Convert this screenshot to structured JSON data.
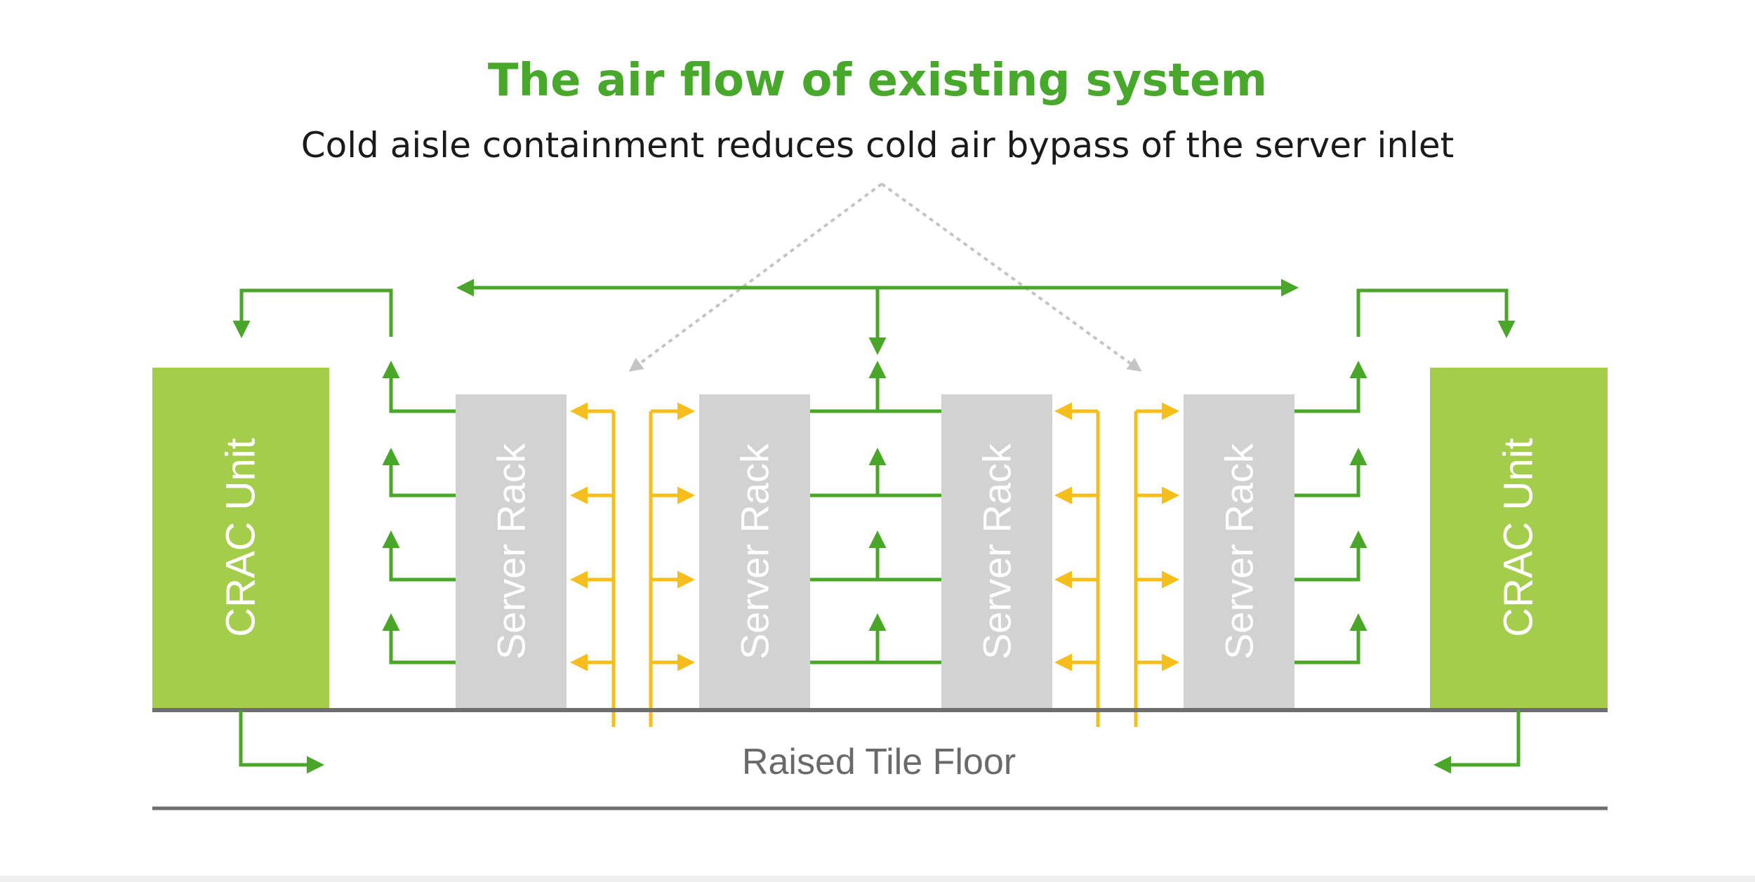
{
  "title": "The air flow of existing system",
  "subtitle": "Cold aisle containment reduces cold air bypass of the server inlet",
  "crac_units": [
    {
      "label": "CRAC Unit"
    },
    {
      "label": "CRAC Unit"
    }
  ],
  "server_racks": [
    {
      "label": "Server Rack"
    },
    {
      "label": "Server Rack"
    },
    {
      "label": "Server Rack"
    },
    {
      "label": "Server Rack"
    }
  ],
  "floor": {
    "label": "Raised Tile Floor"
  },
  "colors": {
    "title": "#47a82b",
    "hot_air": "#4aa629",
    "cold_air": "#f5be1c",
    "crac_fill": "#a4cd4c",
    "rack_fill": "#d2d2d2",
    "floor_line": "#6e6e6e",
    "bypass_arrow": "#c4c4c4",
    "floor_label": "#6a6a6a"
  }
}
